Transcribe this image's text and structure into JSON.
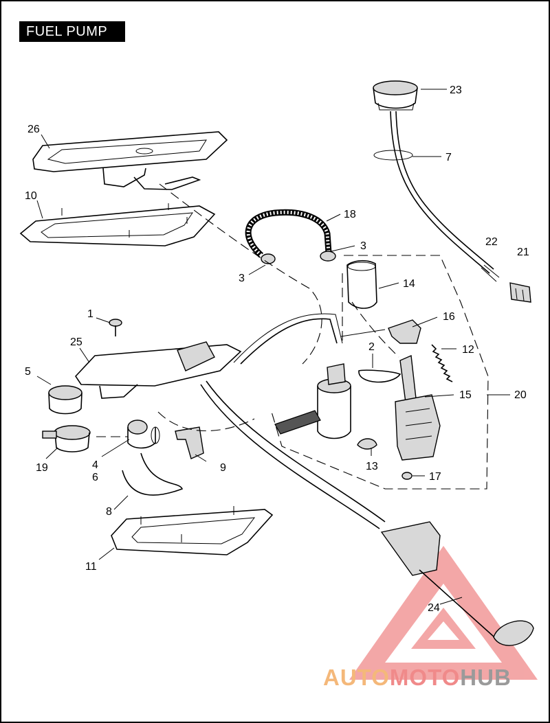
{
  "title": "FUEL PUMP",
  "callouts": [
    "1",
    "2",
    "3",
    "3",
    "4",
    "5",
    "6",
    "7",
    "8",
    "9",
    "10",
    "11",
    "12",
    "13",
    "14",
    "15",
    "16",
    "17",
    "18",
    "19",
    "20",
    "21",
    "22",
    "23",
    "24",
    "25",
    "26"
  ],
  "watermark": {
    "part_a": "AUTO",
    "part_b": "MOTO",
    "part_c": "HUB",
    "color_a": "#f4b87a",
    "color_b": "#f08a8a",
    "color_c": "#9a9a9a"
  }
}
